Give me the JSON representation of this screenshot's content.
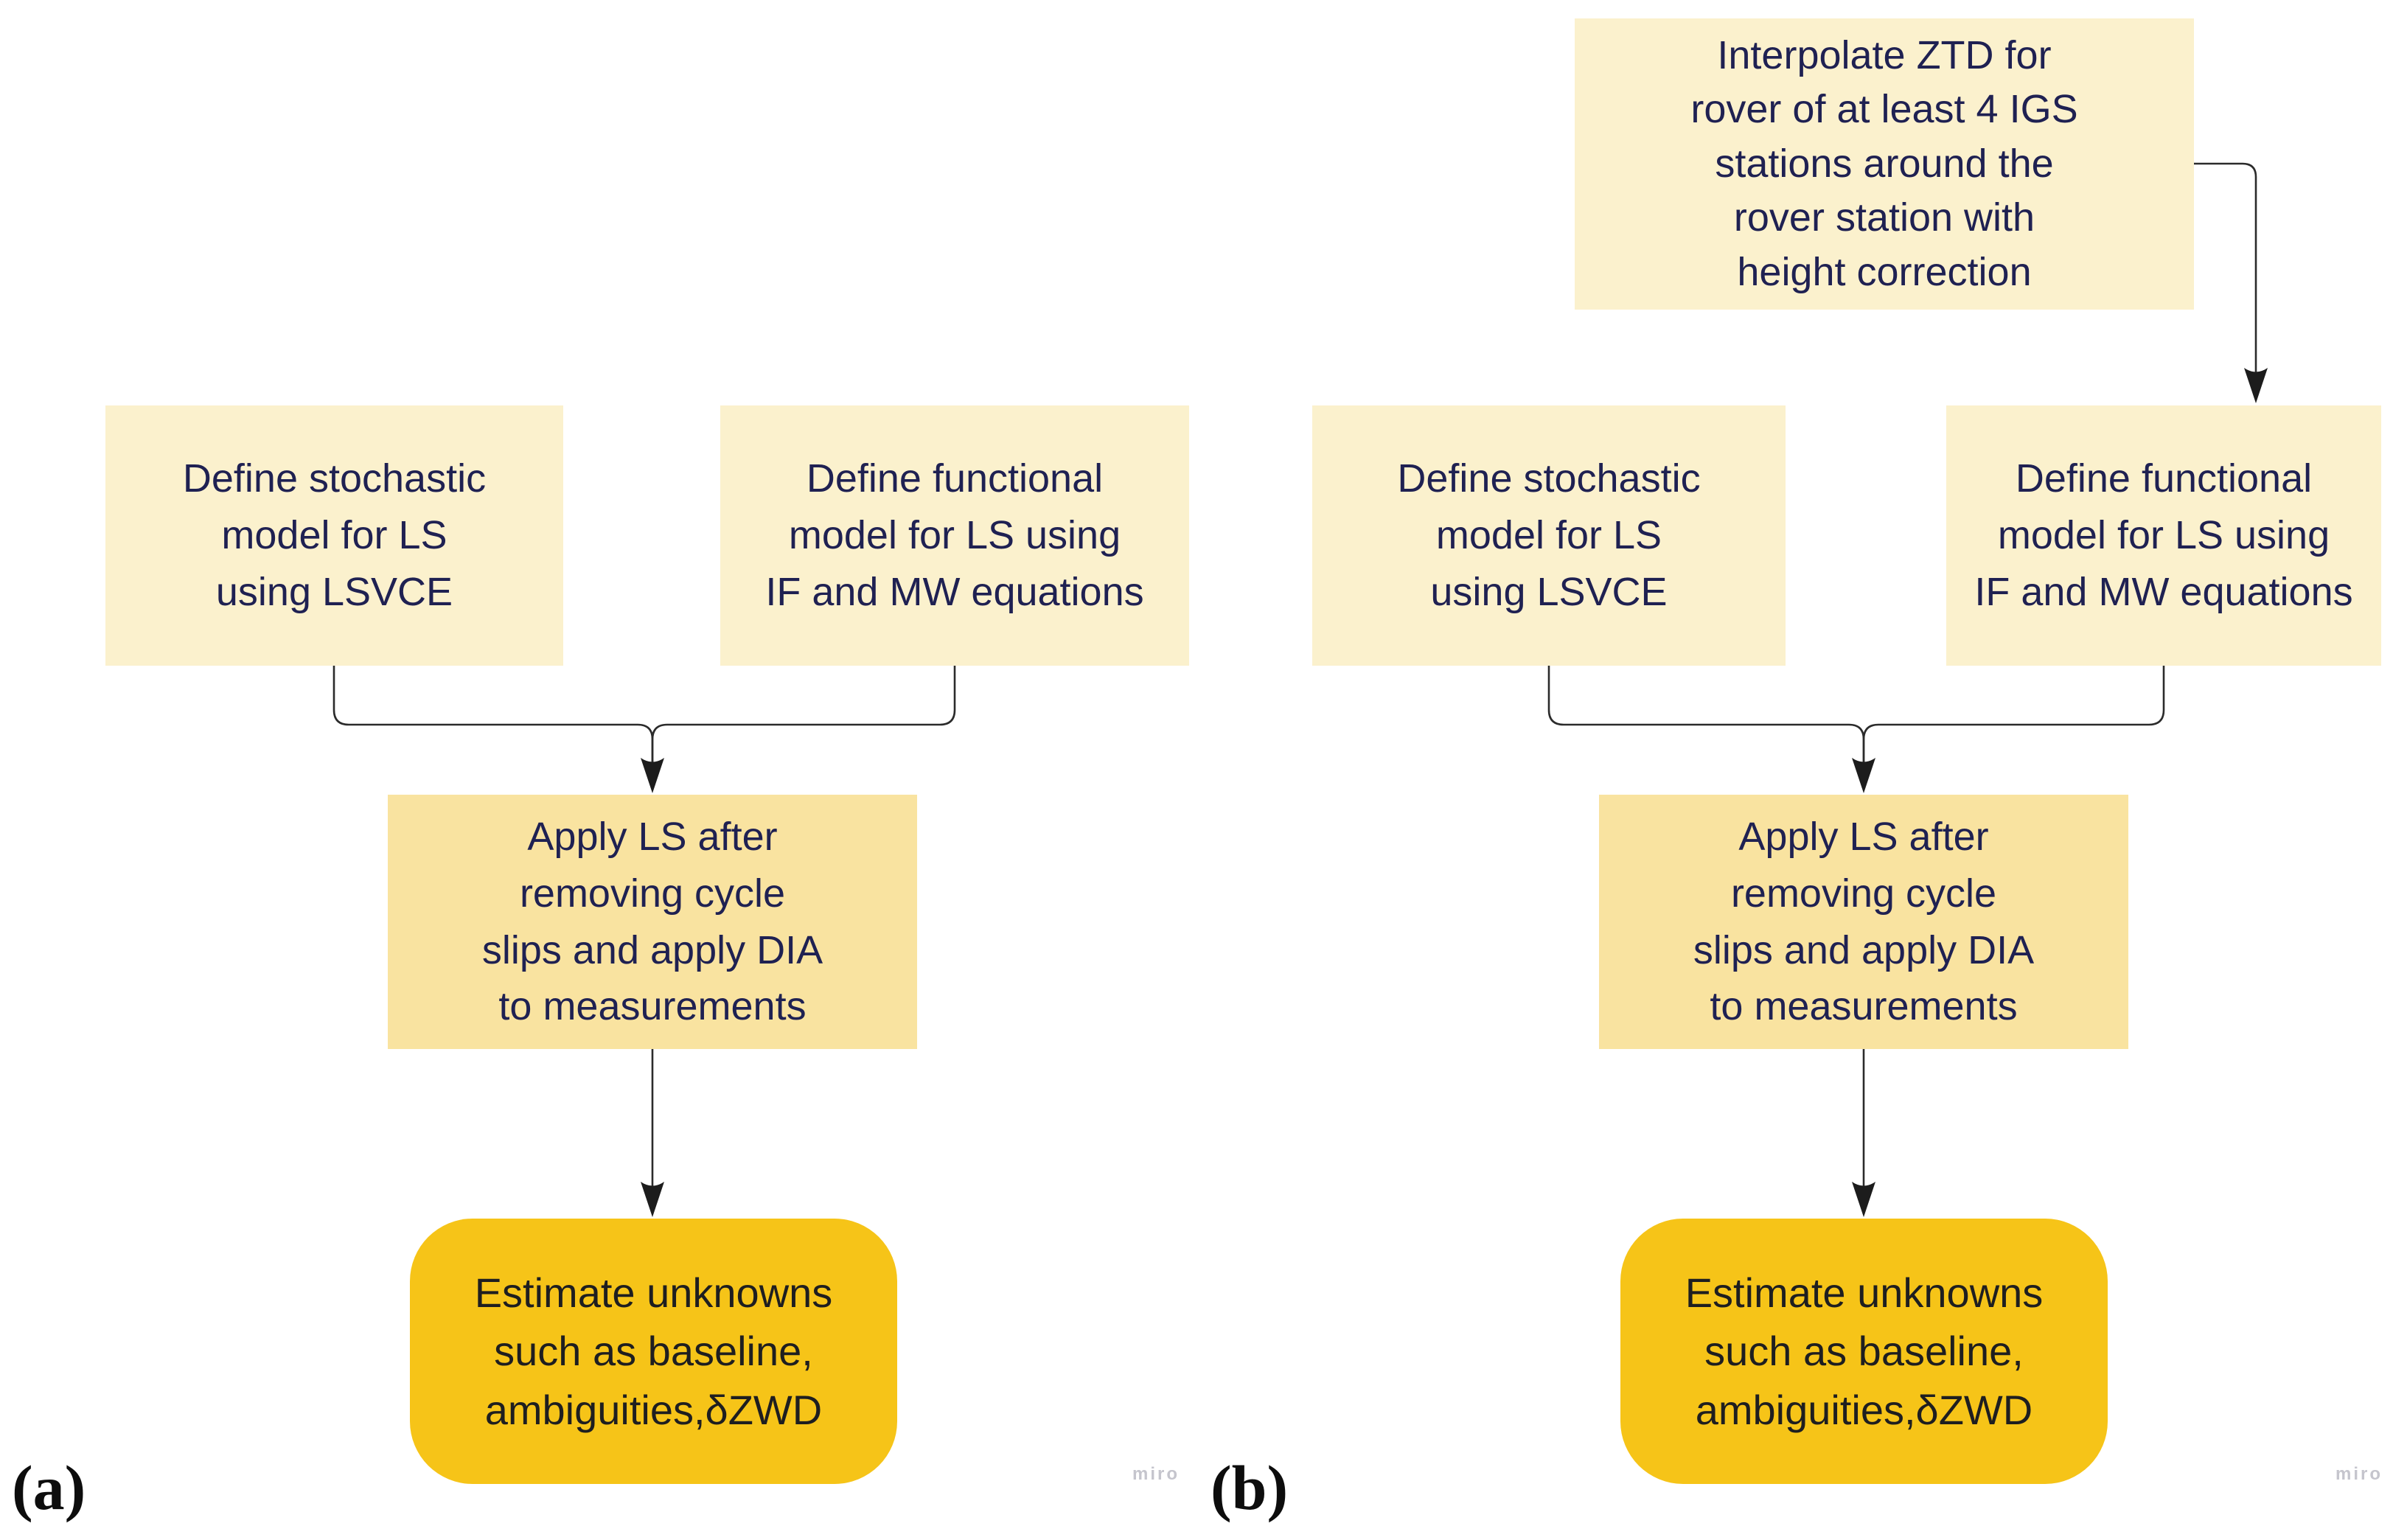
{
  "watermark": {
    "text": "miro",
    "color": "#c5c5cd"
  },
  "colors": {
    "node_cream": "#FBF1CD",
    "node_medium": "#F9E3A0",
    "node_gold": "#F6C418",
    "text_navy": "#1F2152",
    "text_dark": "#1E1E20",
    "connector": "#2b2b2b"
  },
  "figures": [
    {
      "label": "(a)",
      "nodes": {
        "stochastic": "Define stochastic\nmodel for LS\nusing LSVCE",
        "functional": "Define functional\nmodel for LS using\nIF and MW equations",
        "apply": "Apply LS after\nremoving cycle\nslips and apply DIA\nto measurements",
        "estimate": "Estimate unknowns\nsuch as baseline,\nambiguities,δZWD"
      }
    },
    {
      "label": "(b)",
      "nodes": {
        "interpolate": "Interpolate ZTD for\nrover of at least 4 IGS\nstations around the\nrover station with\nheight correction",
        "stochastic": "Define stochastic\nmodel for LS\nusing LSVCE",
        "functional": "Define functional\nmodel for LS using\nIF and MW equations",
        "apply": "Apply LS after\nremoving cycle\nslips and apply DIA\nto measurements",
        "estimate": "Estimate unknowns\nsuch as baseline,\nambiguities,δZWD"
      }
    }
  ]
}
